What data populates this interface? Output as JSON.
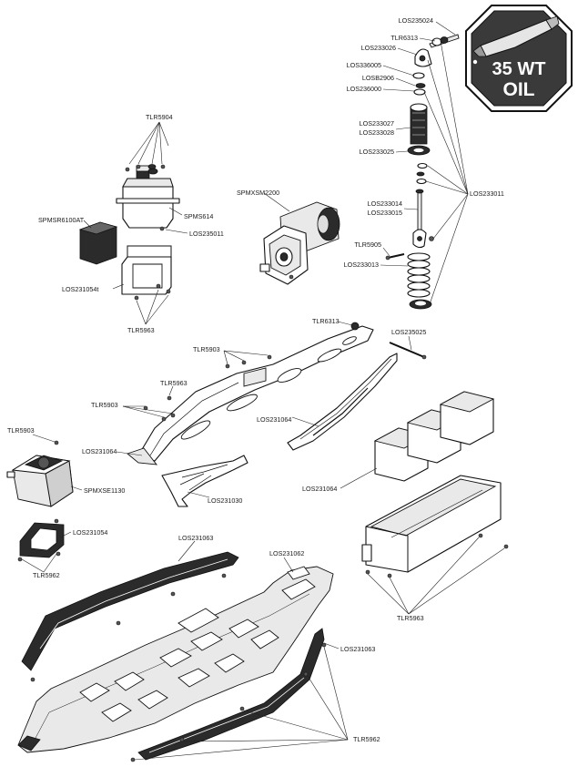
{
  "oil_badge": {
    "line1": "35 WT",
    "line2": "OIL"
  },
  "parts": {
    "LOS235024": "LOS235024",
    "TLR6313_top": "TLR6313",
    "LOS233026": "LOS233026",
    "LOS336005": "LOS336005",
    "LOSB2906": "LOSB2906",
    "LOS236000": "LOS236000",
    "LOS233027": "LOS233027",
    "LOS233028": "LOS233028",
    "LOS233025": "LOS233025",
    "LOS233011": "LOS233011",
    "LOS233014": "LOS233014",
    "LOS233015": "LOS233015",
    "TLR5905": "TLR5905",
    "LOS233013": "LOS233013",
    "TLR5904": "TLR5904",
    "SPMS614": "SPMS614",
    "SPMSR6100AT": "SPMSR6100AT",
    "LOS235011": "LOS235011",
    "SPMXSM2200": "SPMXSM2200",
    "LOS231054t": "LOS231054t",
    "TLR5963_servo": "TLR5963",
    "TLR6313_mid": "TLR6313",
    "LOS235025": "LOS235025",
    "TLR5903_a": "TLR5903",
    "TLR5963_mid": "TLR5963",
    "TLR5903_b": "TLR5903",
    "LOS231064_a": "LOS231064",
    "LOS231064_b": "LOS231064",
    "TLR5903_esc": "TLR5903",
    "SPMXSE1130": "SPMXSE1130",
    "LOS231030": "LOS231030",
    "LOS231064_c": "LOS231064",
    "LOS231054": "LOS231054",
    "TLR5962_left": "TLR5962",
    "LOS231063_a": "LOS231063",
    "LOS231062": "LOS231062",
    "LOS231063_b": "LOS231063",
    "TLR5963_tray": "TLR5963",
    "TLR5962_bottom": "TLR5962"
  }
}
